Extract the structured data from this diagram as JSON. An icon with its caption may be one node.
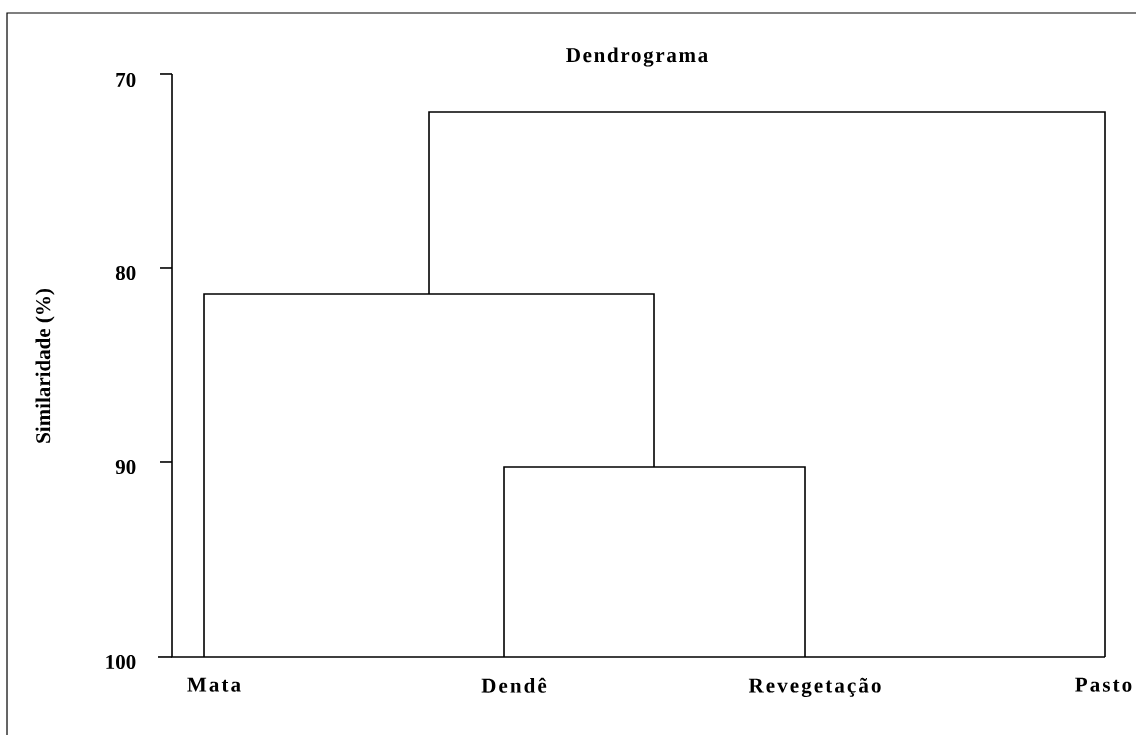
{
  "diagram": {
    "title": "Dendrograma",
    "labels": [
      "70",
      "80",
      "Similaridade (%)",
      "90",
      "100",
      "Mata",
      "Dendê",
      "Revegetação",
      "Pasto"
    ]
  }
}
